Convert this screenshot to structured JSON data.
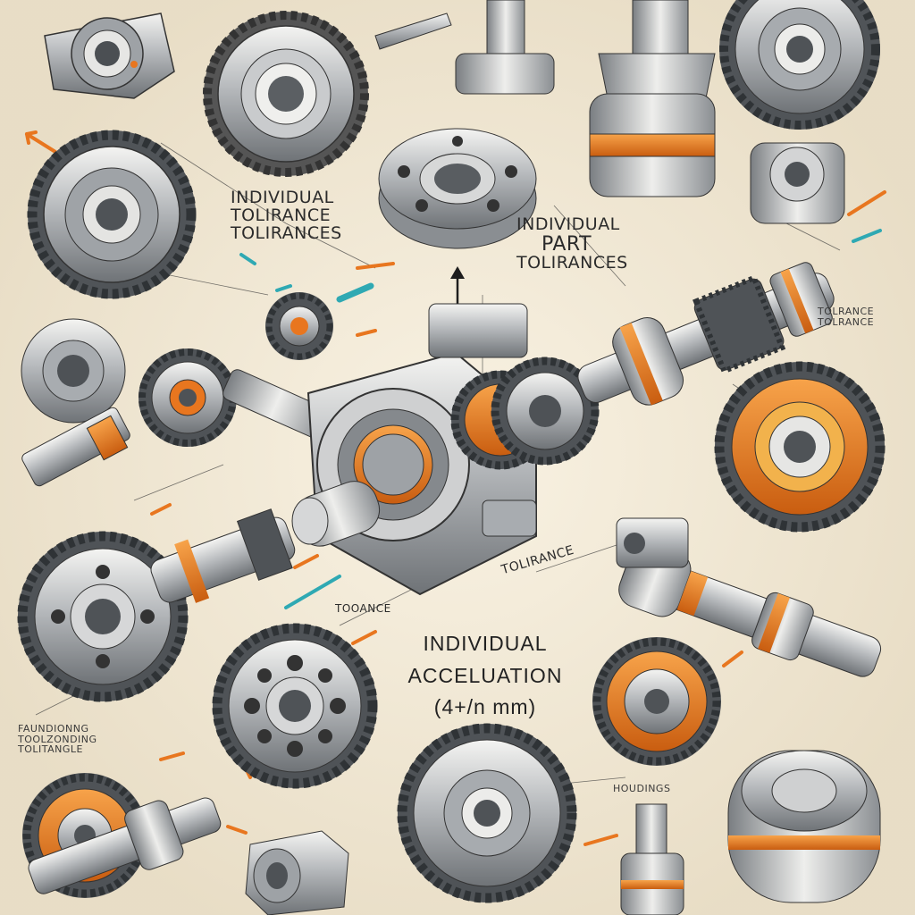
{
  "labels": {
    "individual_tolerance": [
      "INDIVIDUAL",
      "TOLIRANCE",
      "TOLIRANCES"
    ],
    "individual_part": [
      "INDIVIDUAL",
      "PART",
      "TOLIRANCES"
    ],
    "tolerance_right": [
      "TOLRANCE",
      "TOLRANCE"
    ],
    "tolerance_mid_right": "TOLIRANCE",
    "tolerance_mid": "TOOANCE",
    "center": [
      "INDIVIDUAL",
      "ACCELUATION",
      "(4+/n mm)"
    ],
    "left_note": [
      "FAUNDIONNG",
      "TOOLZONDING",
      "TOLITANGLE"
    ],
    "houdings": "HOUDINGS"
  },
  "accents": {
    "orange": "#e8761f",
    "teal": "#2fa9b3",
    "steel": "#b9bcbf",
    "ink": "#2a2a2a"
  }
}
